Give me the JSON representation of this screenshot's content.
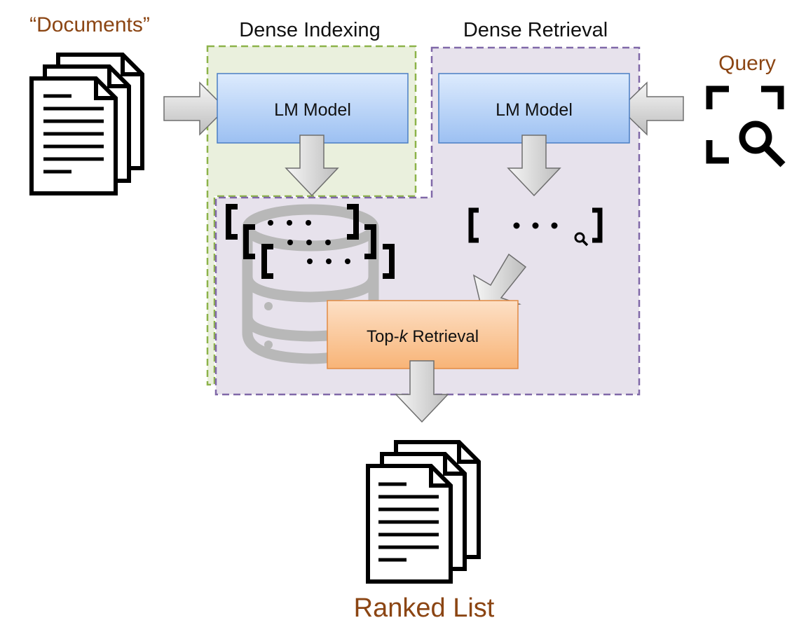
{
  "labels": {
    "documents": "“Documents”",
    "dense_indexing": "Dense Indexing",
    "dense_retrieval": "Dense Retrieval",
    "query": "Query",
    "lm_model_indexing": "LM Model",
    "lm_model_retrieval": "LM Model",
    "topk_prefix": "Top-",
    "topk_k": "k",
    "topk_suffix": " Retrieval",
    "ranked_list": "Ranked List"
  },
  "colors": {
    "accent_brown": "#8B4513",
    "indexing_region_fill": "#EAF0DD",
    "indexing_region_border": "#8DB34A",
    "retrieval_region_fill": "#E7E2EC",
    "retrieval_region_border": "#8068A8",
    "lm_box_fill": "#B4CFF7",
    "lm_box_border": "#4A7EC4",
    "topk_box_fill": "#FBC697",
    "topk_box_border": "#E28A43",
    "arrow_fill": "#D0D0D0",
    "arrow_stroke": "#6E6E6E",
    "database_gray": "#B8B8B8"
  },
  "icons": [
    "documents-icon",
    "query-search-icon",
    "database-icon",
    "ranked-list-icon",
    "vector-bracket-icon",
    "magnifier-icon"
  ]
}
